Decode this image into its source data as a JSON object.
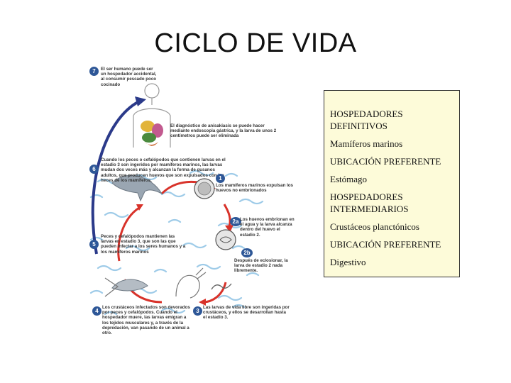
{
  "title": "CICLO DE VIDA",
  "diagram": {
    "steps": [
      {
        "num": "7",
        "text": "El ser humano puede ser un hospedador accidental, al consumir pescado poco cocinado"
      },
      {
        "num": "",
        "text": "El diagnóstico de anisakiasis se puede hacer mediante endoscopia gástrica, y la larva de unos 2 centímetros puede ser eliminada"
      },
      {
        "num": "6",
        "text": "Cuando los peces o cefalópodos que contienen larvas en el estadio 3 son ingeridos por mamíferos marinos, las larvas mudan dos veces más y alcanzan la forma de gusanos adultos, que producen huevos que son expulsados con las heces de los mamíferos."
      },
      {
        "num": "1",
        "text": "Los mamíferos marinos expulsan los huevos no embrionados"
      },
      {
        "num": "2a",
        "text": "Los huevos embrionan en el agua y la larva alcanza dentro del huevo el estadio 2."
      },
      {
        "num": "5",
        "text": "Peces y cefalópodos mantienen las larvas en estadio 3, que son las que pueden infectar a los seres humanos y a los mamíferos marinos"
      },
      {
        "num": "2b",
        "text": "Después de eclosionar, la larva de estadio 2 nada libremente."
      },
      {
        "num": "4",
        "text": "Los crustáceos infectados son devorados por peces y cefalópodos. Cuando el hospedador muere, las larvas emigran a los tejidos musculares y, a través de la depredación, van pasando de un animal a otro."
      },
      {
        "num": "3",
        "text": "Las larvas de vida libre son ingeridas por crustáceos, y ellos se desarrollan hasta el estadio 3."
      }
    ]
  },
  "info_box": {
    "lines": [
      "HOSPEDADORES DEFINITIVOS",
      "Mamíferos marinos",
      "UBICACIÓN PREFERENTE",
      "Estómago",
      "HOSPEDADORES INTERMEDIARIOS",
      "Crustáceos planctónicos",
      "UBICACIÓN PREFERENTE",
      "Digestivo"
    ]
  },
  "colors": {
    "arrow_red": "#d8322a",
    "arrow_blue": "#2b3a8a",
    "waves": "#9ecbe8",
    "step_badge": "#2e5797",
    "box_fill": "#fdfbd9"
  }
}
